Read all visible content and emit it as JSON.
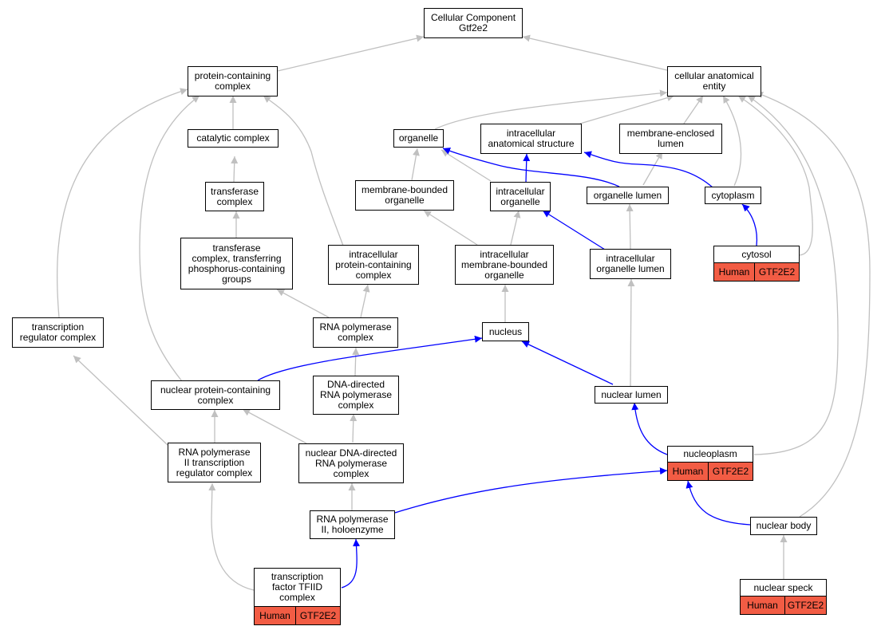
{
  "colors": {
    "is_a": "#c0c0c0",
    "part_of": "#0000ff",
    "annotation": "#f25c44"
  },
  "nodes": {
    "root": {
      "label": "Cellular Component\nGtf2e2"
    },
    "protein_containing_complex": {
      "label": "protein-containing\ncomplex"
    },
    "cellular_anatomical_entity": {
      "label": "cellular anatomical\nentity"
    },
    "catalytic_complex": {
      "label": "catalytic complex"
    },
    "organelle": {
      "label": "organelle"
    },
    "intracellular_anatomical_structure": {
      "label": "intracellular\nanatomical structure"
    },
    "membrane_enclosed_lumen": {
      "label": "membrane-enclosed\nlumen"
    },
    "transferase_complex": {
      "label": "transferase\ncomplex"
    },
    "membrane_bounded_organelle": {
      "label": "membrane-bounded\norganelle"
    },
    "intracellular_organelle": {
      "label": "intracellular\norganelle"
    },
    "organelle_lumen": {
      "label": "organelle lumen"
    },
    "cytoplasm": {
      "label": "cytoplasm"
    },
    "transferase_complex_phospho": {
      "label": "transferase\ncomplex, transferring\nphosphorus-containing\ngroups"
    },
    "intracellular_protein_containing_complex": {
      "label": "intracellular\nprotein-containing\ncomplex"
    },
    "intracellular_membrane_bounded_organelle": {
      "label": "intracellular\nmembrane-bounded\norganelle"
    },
    "intracellular_organelle_lumen": {
      "label": "intracellular\norganelle lumen"
    },
    "cytosol": {
      "label": "cytosol",
      "species": "Human",
      "gene": "GTF2E2"
    },
    "transcription_regulator_complex": {
      "label": "transcription\nregulator complex"
    },
    "rna_polymerase_complex": {
      "label": "RNA polymerase\ncomplex"
    },
    "nucleus": {
      "label": "nucleus"
    },
    "nuclear_protein_containing_complex": {
      "label": "nuclear protein-containing\ncomplex"
    },
    "dna_directed_rna_polymerase_complex": {
      "label": "DNA-directed\nRNA polymerase\ncomplex"
    },
    "nuclear_lumen": {
      "label": "nuclear lumen"
    },
    "rna_pol_ii_transcription_regulator_complex": {
      "label": "RNA polymerase\nII transcription\nregulator complex"
    },
    "nuclear_dna_directed_rna_polymerase_complex": {
      "label": "nuclear DNA-directed\nRNA polymerase\ncomplex"
    },
    "nucleoplasm": {
      "label": "nucleoplasm",
      "species": "Human",
      "gene": "GTF2E2"
    },
    "rna_pol_ii_holoenzyme": {
      "label": "RNA polymerase\nII, holoenzyme"
    },
    "nuclear_body": {
      "label": "nuclear body"
    },
    "transcription_factor_tfiid_complex": {
      "label": "transcription\nfactor TFIID\ncomplex",
      "species": "Human",
      "gene": "GTF2E2"
    },
    "nuclear_speck": {
      "label": "nuclear speck",
      "species": "Human",
      "gene": "GTF2E2"
    }
  }
}
